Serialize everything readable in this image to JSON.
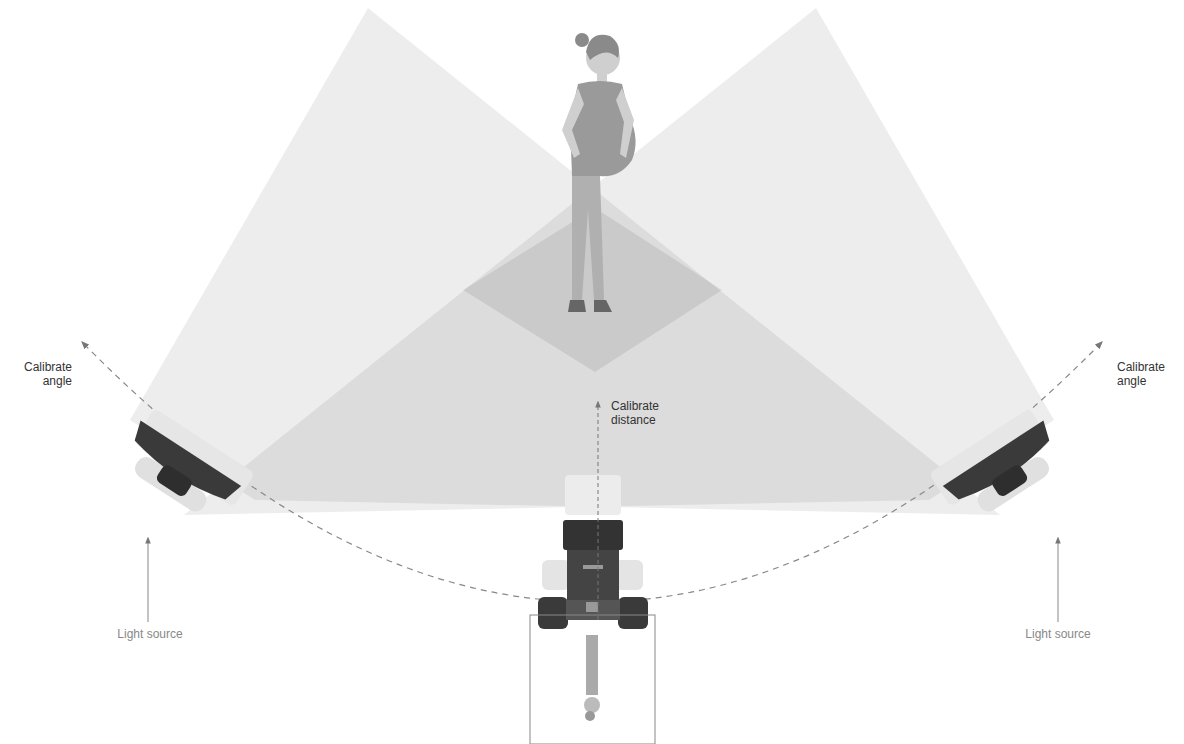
{
  "diagram": {
    "labels": [
      "Calibrate angle",
      "Calibrate angle",
      "Calibrate distance",
      "Light source",
      "Light source"
    ]
  }
}
